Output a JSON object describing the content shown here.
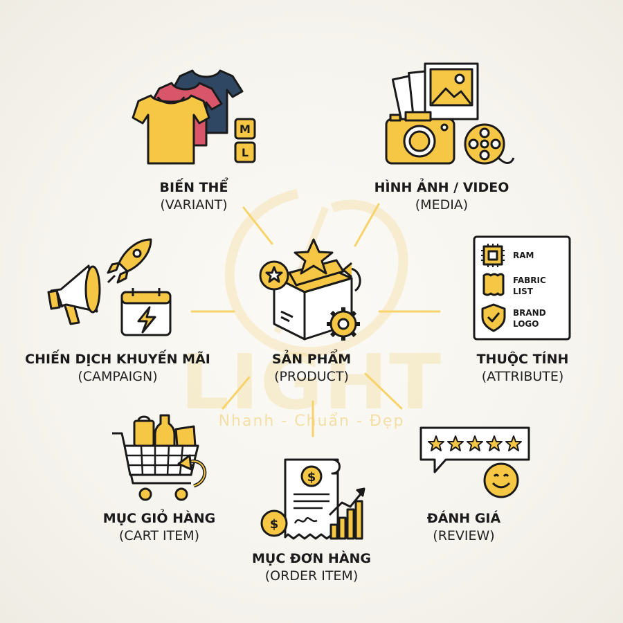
{
  "center": {
    "title": "SẢN PHẨM",
    "subtitle": "(PRODUCT)"
  },
  "nodes": {
    "variant": {
      "title": "BIẾN THỂ",
      "subtitle": "(VARIANT)",
      "sizes": [
        "M",
        "L"
      ]
    },
    "media": {
      "title": "HÌNH ẢNH / VIDEO",
      "subtitle": "(MEDIA)"
    },
    "attribute": {
      "title": "THUỘC TÍNH",
      "subtitle": "(ATTRIBUTE)",
      "items": [
        "RAM",
        "FABRIC",
        "LIST",
        "BRAND",
        "LOGO"
      ]
    },
    "campaign": {
      "title": "CHIẾN DỊCH KHUYẾN MÃI",
      "subtitle": "(CAMPAIGN)"
    },
    "cart_item": {
      "title": "MỤC GIỎ HÀNG",
      "subtitle": "(CART ITEM)"
    },
    "order_item": {
      "title": "MỤC ĐƠN HÀNG",
      "subtitle": "(ORDER ITEM)"
    },
    "review": {
      "title": "ĐÁNH GIÁ",
      "subtitle": "(REVIEW)"
    }
  },
  "watermark": {
    "brand": "LIGHT",
    "slogan": "Nhanh - Chuẩn - Đẹp"
  },
  "colors": {
    "accent": "#f6c744",
    "outline": "#1a1a1a",
    "ray": "#f8d36a",
    "shirt_pink": "#d9566a",
    "shirt_navy": "#2f4763"
  }
}
